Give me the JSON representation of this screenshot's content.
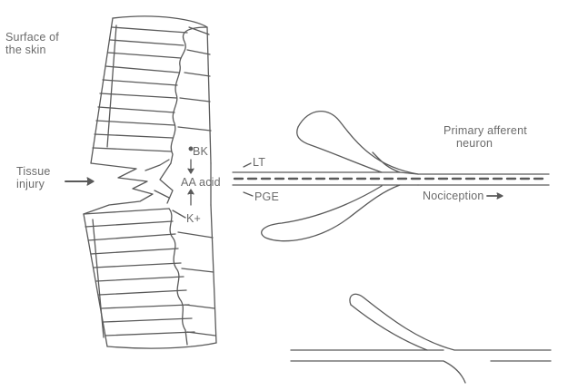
{
  "labels": {
    "surface_line1": "Surface of",
    "surface_line2": "the skin",
    "tissue_line1": "Tissue",
    "tissue_line2": "injury",
    "bk": "BK",
    "aa": "AA acid",
    "k": "K+",
    "lt": "LT",
    "pge": "PGE",
    "neuron_line1": "Primary afferent",
    "neuron_line2": "neuron",
    "nociception": "Nociception"
  },
  "colors": {
    "ink": "#5a5a5a",
    "text": "#6b6b6b"
  }
}
